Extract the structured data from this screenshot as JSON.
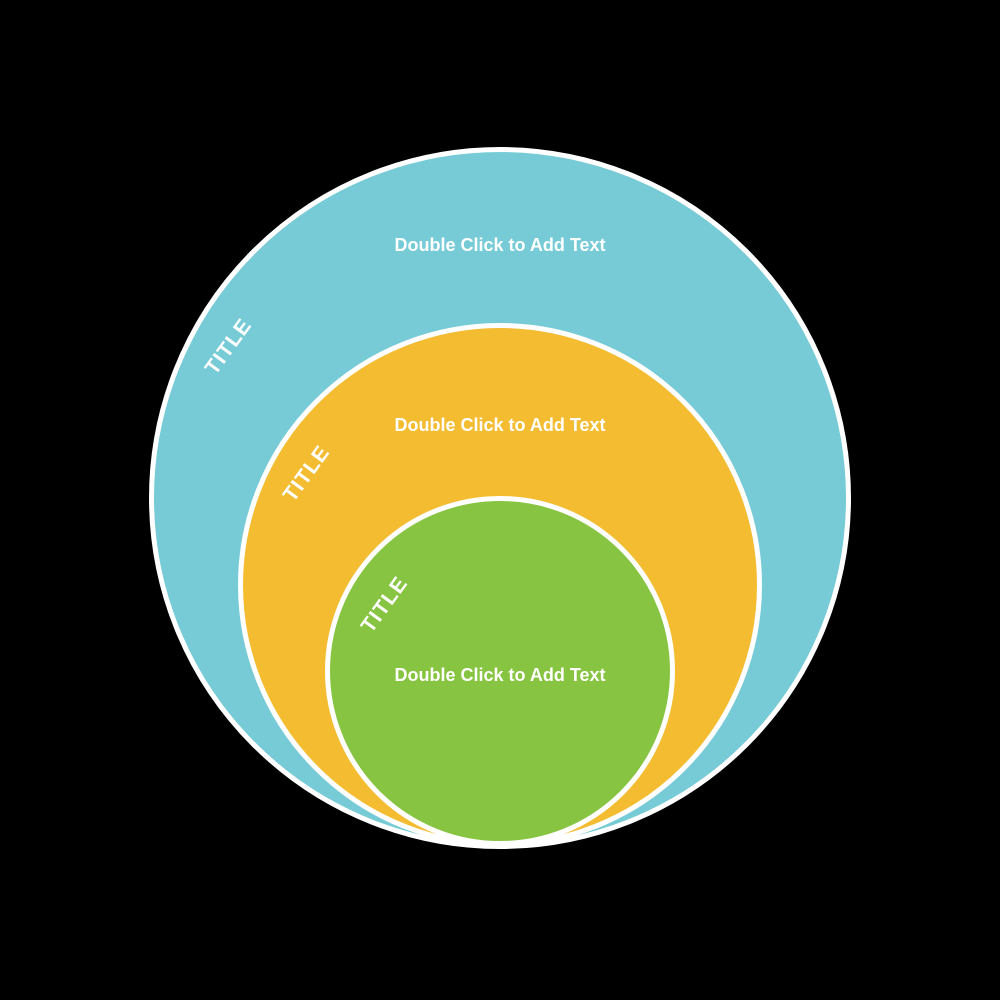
{
  "canvas": {
    "background_color": "#000000"
  },
  "diagram": {
    "type": "nested-circles-onion",
    "stroke_color": "#FFFFFF",
    "text_color": "#FFFFFF",
    "circles": [
      {
        "name": "outer",
        "fill": "#77CBD6",
        "title": "TITLE",
        "placeholder": "Double Click to Add Text"
      },
      {
        "name": "middle",
        "fill": "#F4BC31",
        "title": "TITLE",
        "placeholder": "Double Click to Add Text"
      },
      {
        "name": "inner",
        "fill": "#87C441",
        "title": "TITLE",
        "placeholder": "Double Click to Add Text"
      }
    ]
  }
}
